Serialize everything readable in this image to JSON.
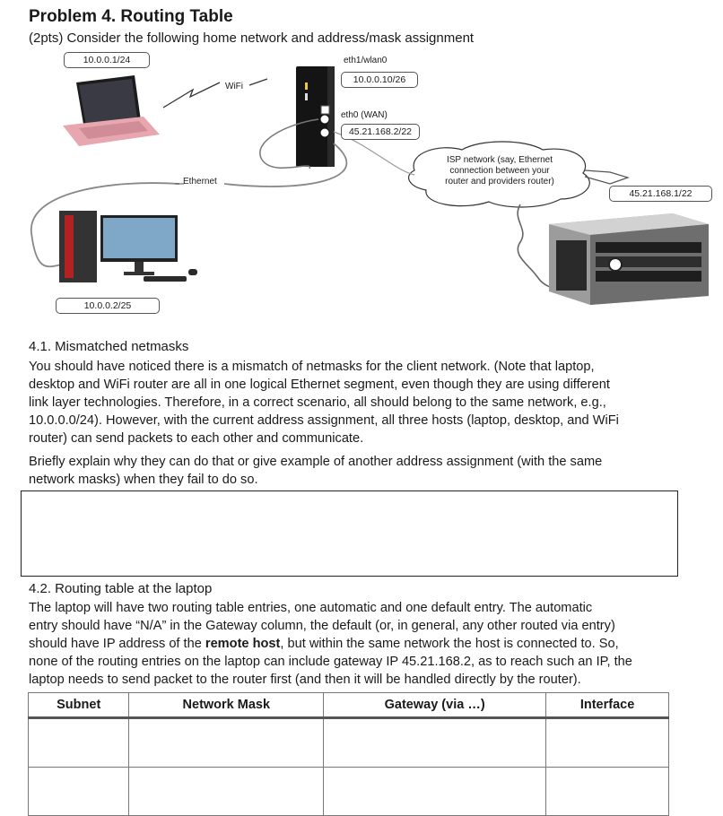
{
  "title": "Problem 4.  Routing Table",
  "subtitle": "(2pts) Consider the following home network and address/mask assignment",
  "diagram": {
    "laptop_addr": "10.0.0.1/24",
    "desktop_addr": "10.0.0.2/25",
    "wifi_label": "WiFi",
    "ethernet_label": "Ethernet",
    "wlan_label": "eth1/wlan0",
    "wlan_addr": "10.0.0.10/26",
    "wan_label": "eth0 (WAN)",
    "wan_addr": "45.21.168.2/22",
    "isp_line1": "ISP network (say, Ethernet",
    "isp_line2": "connection between your",
    "isp_line3": "router and providers router)",
    "provider_addr": "45.21.168.1/22"
  },
  "section1": {
    "heading": "4.1.   Mismatched netmasks",
    "para1_l1": "You should have noticed there is a mismatch of netmasks for the client network. (Note that laptop,",
    "para1_l2": "desktop and WiFi router are all in one logical Ethernet segment, even though they are using different",
    "para1_l3": "link layer technologies.  Therefore, in a correct scenario, all should belong to the same network, e.g.,",
    "para1_l4": "10.0.0.0/24).  However, with the current address assignment, all three hosts (laptop, desktop, and WiFi",
    "para1_l5": "router) can send packets to each other and communicate.",
    "para2_l1": "Briefly explain why they can do that or give example of another address assignment (with the same",
    "para2_l2": "network masks) when they fail to do so."
  },
  "section2": {
    "heading": "4.2.   Routing table at the laptop",
    "l1": "The laptop will have two routing table entries, one automatic and one default entry.  The automatic",
    "l2": "entry should have “N/A” in the Gateway column, the default (or, in general, any other routed via entry)",
    "l3_pre": "should have IP address of the ",
    "l3_bold": "remote host",
    "l3_post": ", but within the same network the host is connected to.  So,",
    "l4": "none of the routing entries on the laptop can include gateway IP 45.21.168.2, as to reach such an IP, the",
    "l5": "laptop needs to send packet to the router first (and then it will be handled directly by the router)."
  },
  "table": {
    "headers": [
      "Subnet",
      "Network Mask",
      "Gateway (via …)",
      "Interface"
    ]
  }
}
